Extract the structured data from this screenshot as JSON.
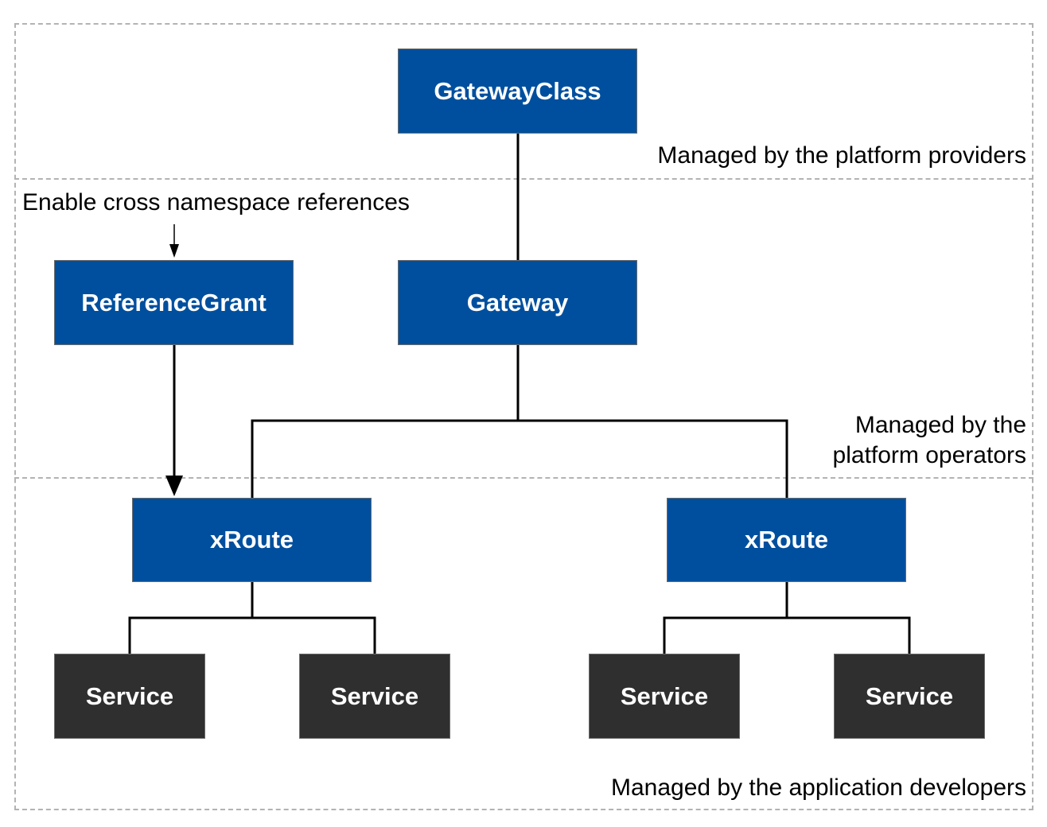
{
  "nodes": {
    "gateway_class": "GatewayClass",
    "gateway": "Gateway",
    "reference_grant": "ReferenceGrant",
    "xroute_left": "xRoute",
    "xroute_right": "xRoute",
    "service_1": "Service",
    "service_2": "Service",
    "service_3": "Service",
    "service_4": "Service"
  },
  "labels": {
    "providers": "Managed by the platform providers",
    "cross_namespace": "Enable cross namespace references",
    "operators_line1": "Managed by the",
    "operators_line2": "platform operators",
    "developers": "Managed by the application developers"
  },
  "colors": {
    "resource_node": "#004f9e",
    "service_node": "#2f2f2f",
    "zone_border": "#b3b3b3"
  }
}
